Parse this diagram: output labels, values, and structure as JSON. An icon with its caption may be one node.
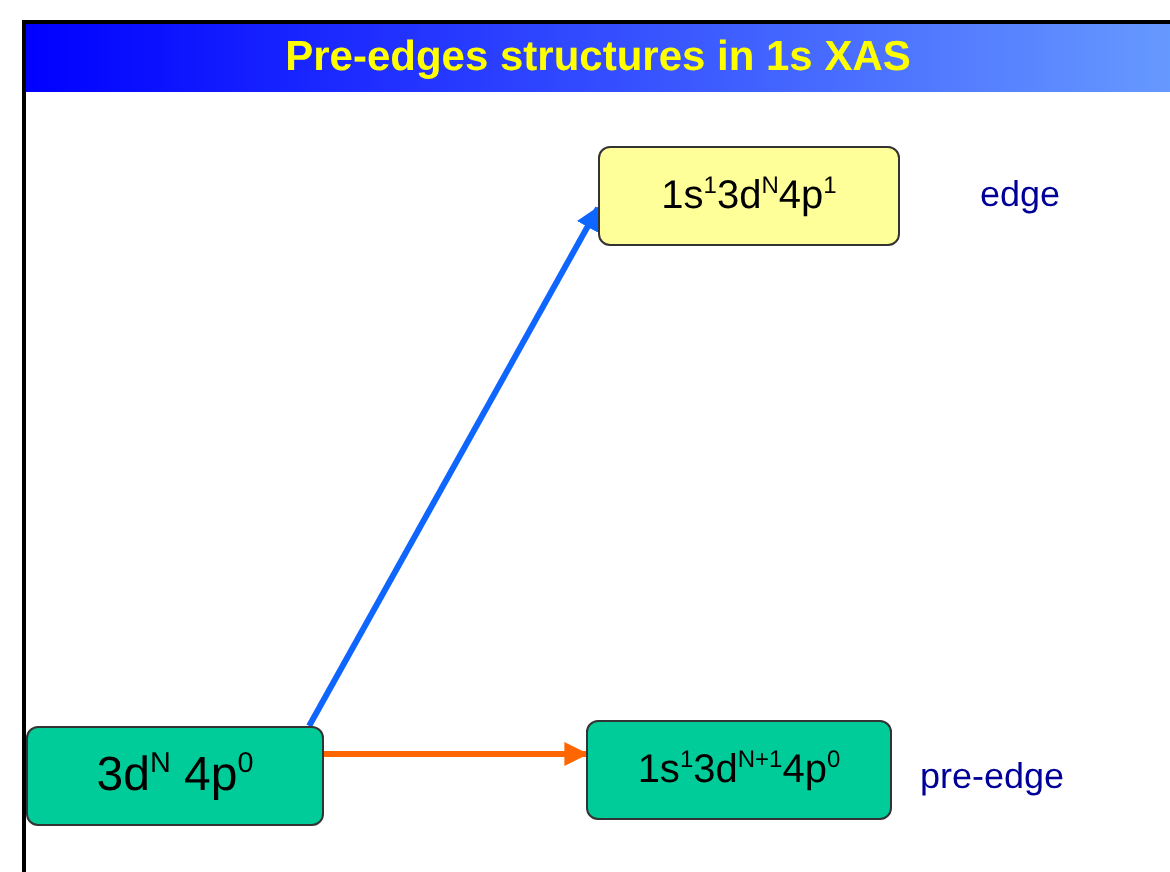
{
  "diagram": {
    "title": "Pre-edges structures in 1s XAS",
    "nodes": [
      {
        "text": [
          "3d$^{N}$ 4p$^{0}$"
        ]
      },
      {
        "text": [
          "1s$^{1}$3d$^{N}$4p$^{1}$"
        ],
        "beside": [
          "edge"
        ]
      },
      {
        "text": [
          "1s$^{1}$3d$^{N+1}$4p$^{0}$"
        ],
        "beside": [
          "pre-edge"
        ]
      }
    ],
    "edges": [
      {
        "from": 0,
        "to": 1,
        "arrow": "to",
        "color": "#0f66ff"
      },
      {
        "from": 0,
        "to": 2,
        "arrow": "to",
        "color": "#ff6600"
      }
    ]
  }
}
